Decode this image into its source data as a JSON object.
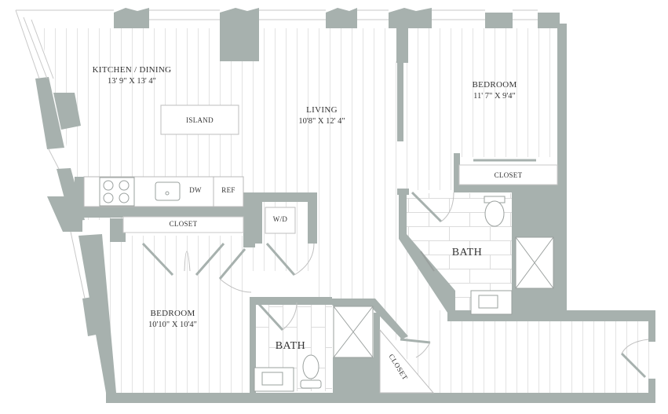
{
  "floorplan": {
    "colors": {
      "wall": "#a7b1ae",
      "floor_line": "#e3e3e3",
      "fixture_line": "#9aa09e",
      "text": "#333333",
      "background": "#ffffff"
    },
    "rooms": {
      "kitchen_dining": {
        "name": "KITCHEN / DINING",
        "dimensions": "13' 9\" X 13' 4\""
      },
      "living": {
        "name": "LIVING",
        "dimensions": "10'8\" X 12' 4\""
      },
      "bedroom_1": {
        "name": "BEDROOM",
        "dimensions": "11' 7\" X 9'4\""
      },
      "bedroom_2": {
        "name": "BEDROOM",
        "dimensions": "10'10\" X 10'4\""
      },
      "bath_1": {
        "name": "BATH"
      },
      "bath_2": {
        "name": "BATH"
      }
    },
    "fixtures": {
      "island": "ISLAND",
      "dishwasher": "DW",
      "refrigerator": "REF",
      "washer_dryer": "W/D",
      "closet_bedroom_1": "CLOSET",
      "closet_bedroom_2": "CLOSET",
      "closet_entry": "CLOSET"
    }
  }
}
